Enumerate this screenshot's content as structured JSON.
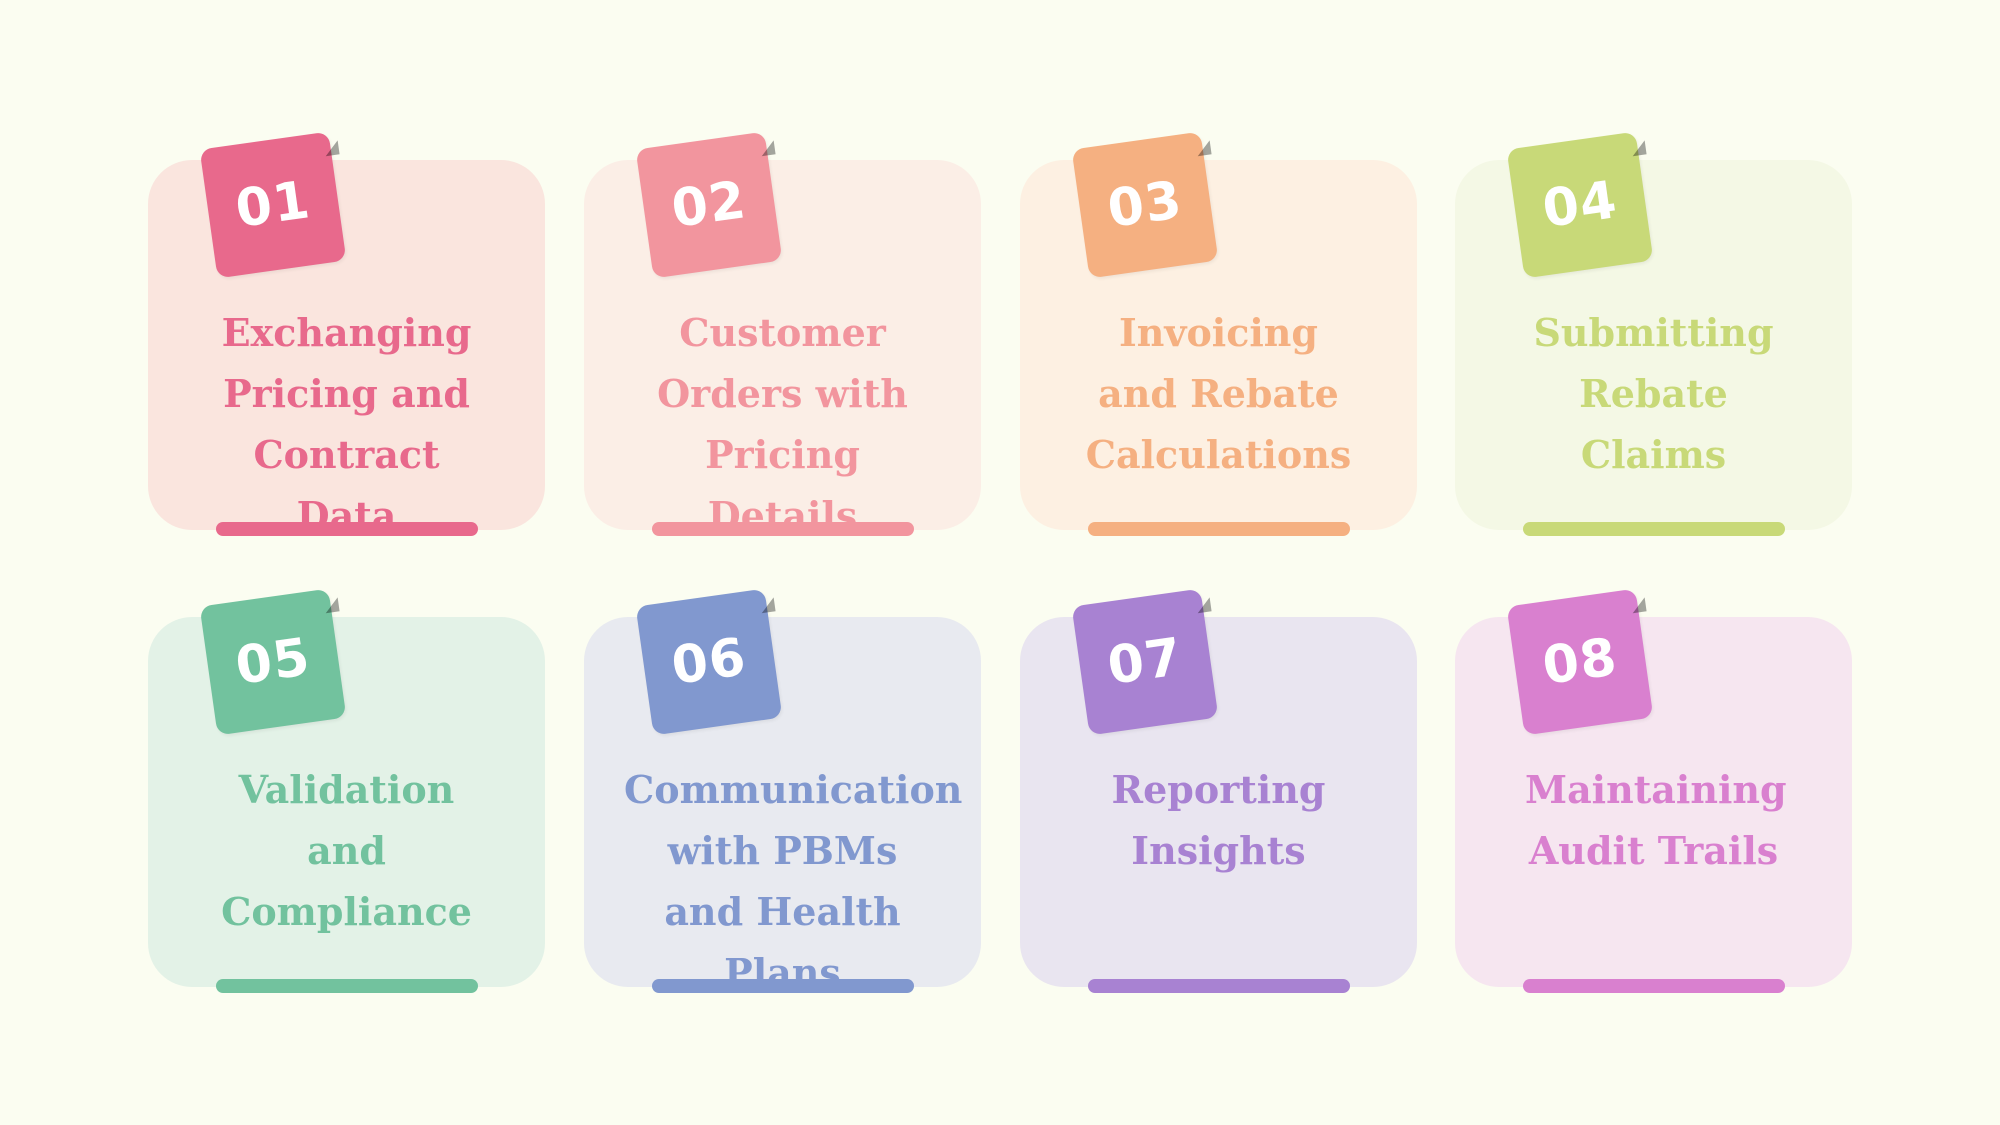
{
  "steps": [
    {
      "number": "01",
      "title": "Exchanging Pricing and Contract Data",
      "accent": "#e8698c",
      "background": "#fae5de"
    },
    {
      "number": "02",
      "title": "Customer Orders with Pricing Details",
      "accent": "#f2959e",
      "background": "#fbeee6"
    },
    {
      "number": "03",
      "title": "Invoicing and Rebate Calculations",
      "accent": "#f5b081",
      "background": "#fdf0e2"
    },
    {
      "number": "04",
      "title": "Submitting Rebate Claims",
      "accent": "#c8d978",
      "background": "#f4f8e5"
    },
    {
      "number": "05",
      "title": "Validation and Compliance",
      "accent": "#72c29e",
      "background": "#e3f2e7"
    },
    {
      "number": "06",
      "title": "Communication with PBMs and Health Plans",
      "accent": "#8198cf",
      "background": "#e8eaf0"
    },
    {
      "number": "07",
      "title": "Reporting Insights",
      "accent": "#a882d2",
      "background": "#e9e5f0"
    },
    {
      "number": "08",
      "title": "Maintaining Audit Trails",
      "accent": "#d980cf",
      "background": "#f6e6f0"
    }
  ]
}
